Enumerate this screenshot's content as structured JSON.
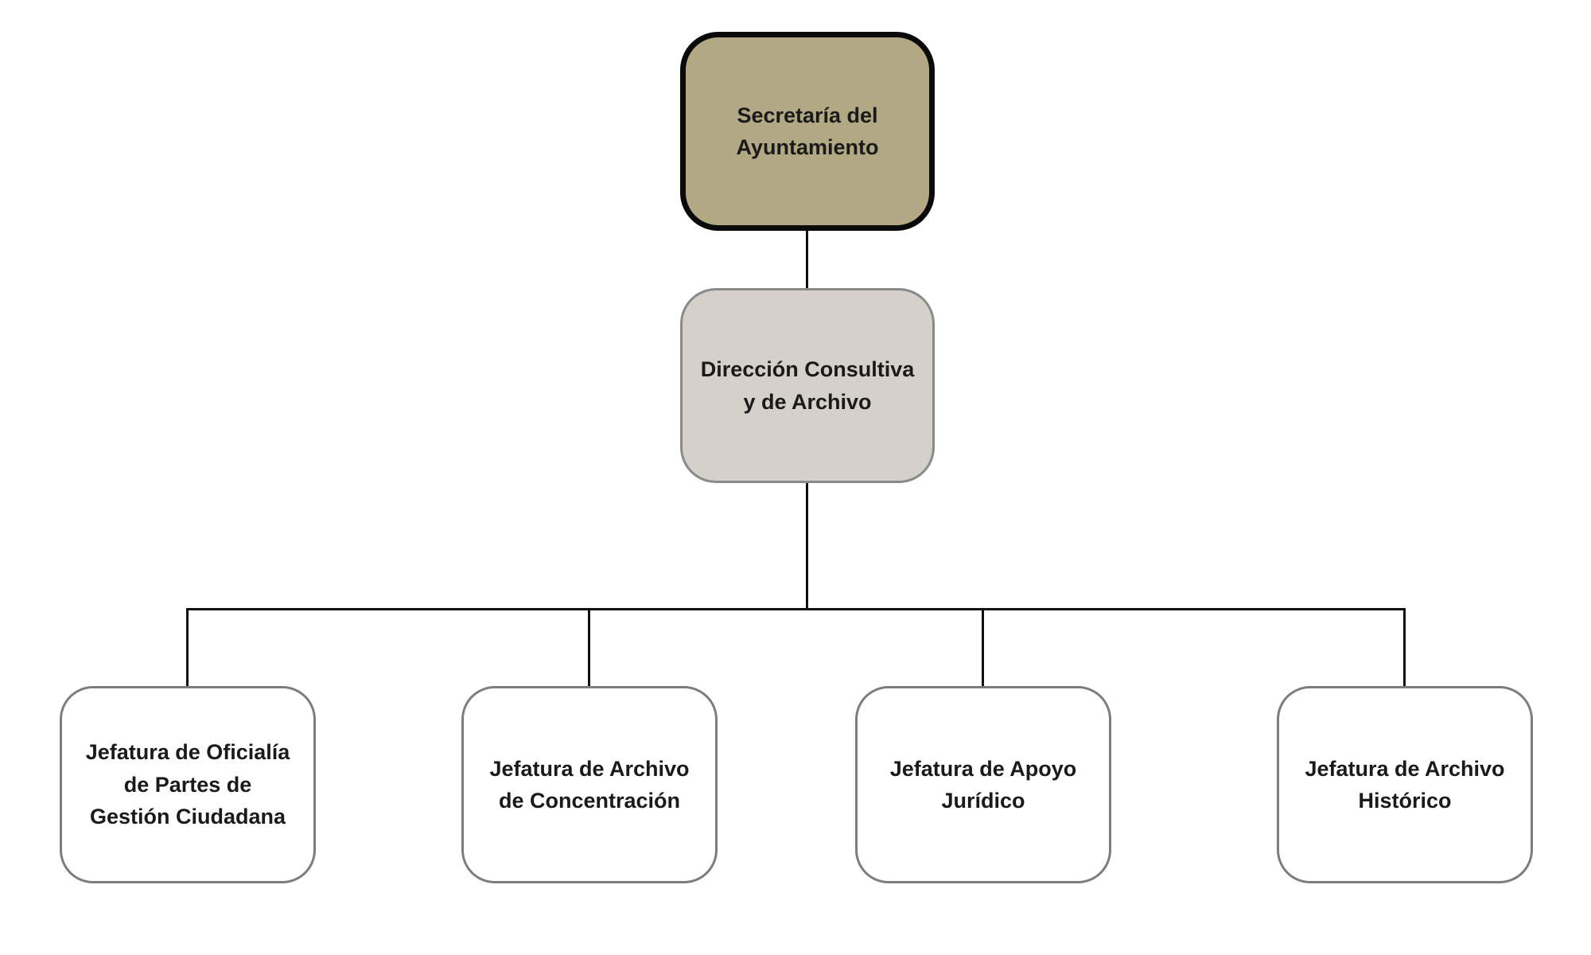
{
  "page": {
    "background": "#ffffff"
  },
  "org_chart": {
    "type": "org-tree",
    "nodes": {
      "root": {
        "label": "Secretaría del\nAyuntamiento"
      },
      "director": {
        "label": "Dirección Consultiva\ny de Archivo"
      },
      "leaves": [
        {
          "label": "Jefatura de Oficialía\nde Partes de\nGestión Ciudadana"
        },
        {
          "label": "Jefatura de Archivo\nde Concentración"
        },
        {
          "label": "Jefatura de Apoyo\nJurídico"
        },
        {
          "label": "Jefatura de Archivo\nHistórico"
        }
      ]
    },
    "colors": {
      "page_bg": "#ffffff",
      "root_fill": "#b2a884",
      "root_border": "#0a0a0a",
      "director_fill": "#d5d0c9",
      "director_border": "#8a8a8a",
      "leaf_fill": "#ffffff",
      "leaf_border": "#7d7d7d",
      "connector": "#111111",
      "text": "#1a1a1a"
    }
  }
}
